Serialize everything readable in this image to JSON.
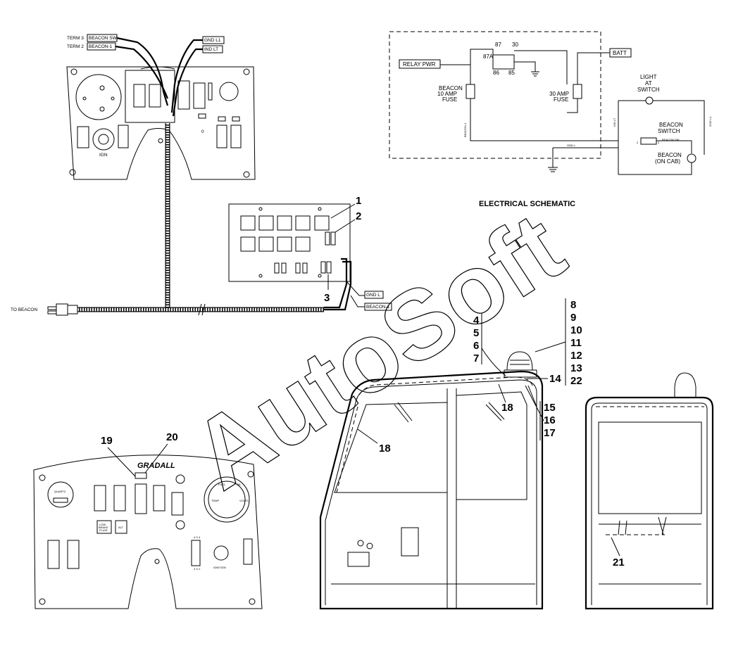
{
  "dash_top_labels": {
    "term3": "TERM 3",
    "beacon_sw": "BEACON SW",
    "term2": "TERM 2",
    "beacon1": "BEACON-1",
    "gnd_l1": "GND L1",
    "ind_lt": "IND LT",
    "ign": "IGN",
    "zero": "0"
  },
  "harness_labels": {
    "to_beacon": "TO BEACON",
    "gnd_l": "GND L",
    "beacon1": "BEACON-1"
  },
  "schematic": {
    "title": "ELECTRICAL SCHEMATIC",
    "relay_pwr": "RELAY PWR",
    "batt": "BATT",
    "pin87": "87",
    "pin30": "30",
    "pin87a": "87A",
    "pin86": "86",
    "pin85": "85",
    "beacon_fuse": [
      "BEACON",
      "10 AMP",
      "FUSE"
    ],
    "main_fuse": [
      "30 AMP",
      "FUSE"
    ],
    "light_at_switch": [
      "LIGHT",
      "AT",
      "SWITCH"
    ],
    "beacon_switch": [
      "BEACON",
      "SWITCH"
    ],
    "beacon_sw_wire": "BEACON SW",
    "beacon_on_cab": [
      "BEACON",
      "(ON CAB)"
    ],
    "wire_beacon1": "BEACON-1",
    "wire_ind_lt": "IND LT",
    "wire_gnd_l1": "GND L1",
    "wire_gnd_l": "GND L",
    "sw_pin2": "2",
    "sw_pin3": "3"
  },
  "callouts": [
    "1",
    "2",
    "3",
    "4",
    "5",
    "6",
    "7",
    "8",
    "9",
    "10",
    "11",
    "12",
    "13",
    "14",
    "15",
    "16",
    "17",
    "18",
    "18",
    "19",
    "20",
    "21",
    "22"
  ],
  "lower_dash": {
    "brand": "GRADALL",
    "quartz": "QUARTZ",
    "low_brake": [
      "LOW",
      "BRAKE",
      "FLUID"
    ],
    "alt": "ALT",
    "gauge": [
      "FUEL",
      "OIL",
      "TEMP",
      "VOLTS"
    ],
    "four_by_four": "4 X 4",
    "four_by_two": "4 X 2",
    "ignition": "IGNITION"
  },
  "watermark": "AutoSoft"
}
